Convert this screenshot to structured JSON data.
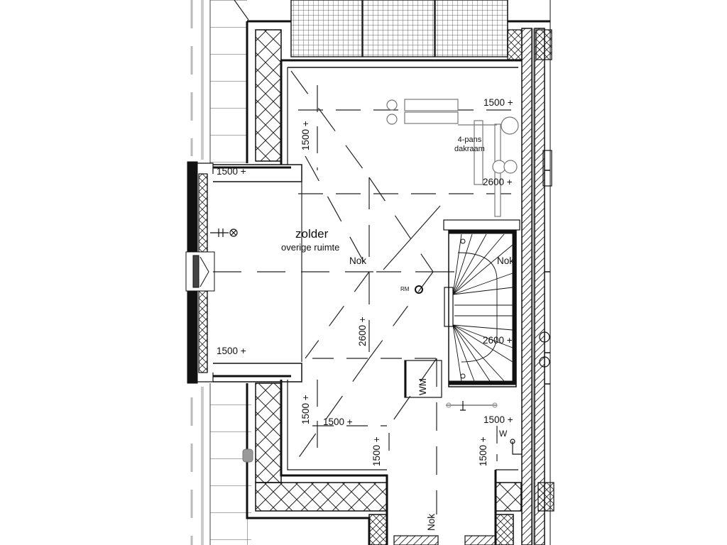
{
  "drawing": {
    "type": "floor-plan",
    "room": {
      "name": "zolder",
      "subtitle": "overige ruimte"
    },
    "labels": {
      "roof_window": "4-pans\ndakraam",
      "roof_window_line1": "4-pans",
      "roof_window_line2": "dakraam",
      "ridge_left": "Nok",
      "ridge_stair": "Nok",
      "ridge_bottom": "Nok",
      "smoke_detector": "RM",
      "washing_machine": "WM",
      "water_tap": "W"
    },
    "dimensions": {
      "top_right_1500": "1500 +",
      "left_vertical_1500_top": "1500 +",
      "dormer_top_1500": "1500 +",
      "right_2600_top": "2600 +",
      "center_vertical_2600": "2600 +",
      "stair_2600": "2600 +",
      "dormer_bottom_1500": "1500 +",
      "left_vertical_1500_bottom": "1500 +",
      "bottom_horizontal_1500": "1500 +",
      "bottom_vertical_1500_mid": "1500 +",
      "right_1500_bottom": "1500 +",
      "bottom_vertical_1500_right": "1500 +"
    },
    "colors": {
      "line": "#111111",
      "grey_line": "#9a9a9a",
      "background": "#ffffff"
    }
  }
}
